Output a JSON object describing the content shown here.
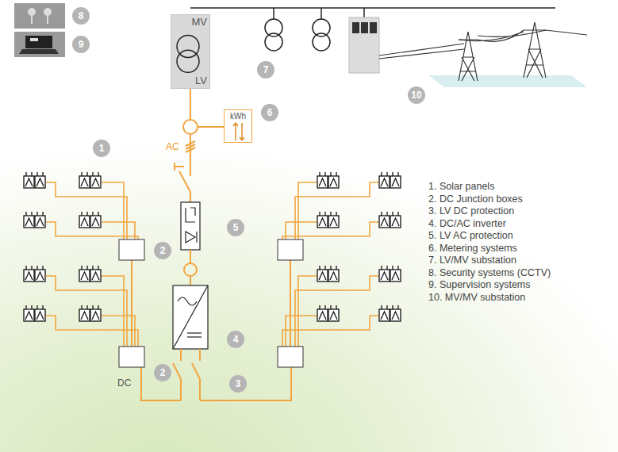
{
  "diagram": {
    "nodes": [
      {
        "text": [
          "MV",
          "LV"
        ]
      },
      {
        "text": [
          "kWh"
        ]
      }
    ],
    "labels": [
      "1",
      "2",
      "5",
      "6",
      "7",
      "8",
      "9",
      "10",
      "4",
      "2",
      "3",
      "AC",
      "DC",
      "1. Solar panels",
      "2. DC Junction boxes",
      "3. LV DC protection",
      "4. DC/AC inverter",
      "5. LV AC protection",
      "6. Metering systems",
      "7. LV/MV substation",
      "8. Security systems (CCTV)",
      "9. Supervision systems",
      "10. MV/MV substation"
    ]
  }
}
